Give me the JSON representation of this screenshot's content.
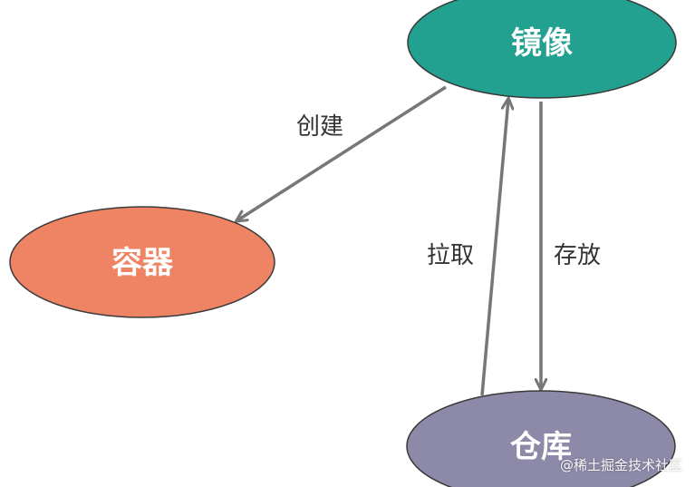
{
  "nodes": {
    "image": {
      "label": "镜像",
      "color": "#23a190"
    },
    "container": {
      "label": "容器",
      "color": "#ee8463"
    },
    "repo": {
      "label": "仓库",
      "color": "#8c8aa8"
    }
  },
  "edges": {
    "create": {
      "label": "创建"
    },
    "pull": {
      "label": "拉取"
    },
    "store": {
      "label": "存放"
    }
  },
  "watermark": "@稀土掘金技术社区",
  "colors": {
    "arrow": "#777777",
    "node_stroke": "#3a3a3a"
  }
}
